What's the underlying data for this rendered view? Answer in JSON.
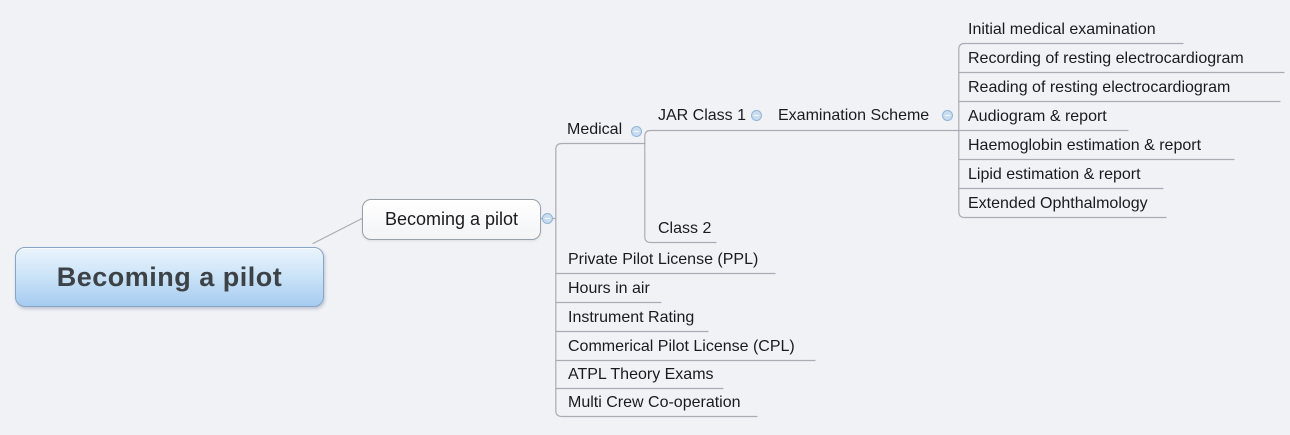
{
  "colors": {
    "background": "#f1f2f6",
    "line": "#a9adb3",
    "text": "#1b1b1e",
    "root_fill_top": "#eaf4fd",
    "root_fill_bottom": "#a6cbf0",
    "root_border": "#87a5c5",
    "handle_fill": "#c9ddf1"
  },
  "mindmap": {
    "root": {
      "label": "Becoming a pilot"
    },
    "main_topic": {
      "label": "Becoming a pilot"
    },
    "medical": {
      "label": "Medical",
      "jar_class_1": {
        "label": "JAR Class 1",
        "examination_scheme": {
          "label": "Examination Scheme",
          "items": [
            "Initial medical examination",
            "Recording of resting electrocardiogram",
            "Reading of resting electrocardiogram",
            "Audiogram & report",
            "Haemoglobin estimation & report",
            "Lipid estimation & report",
            "Extended Ophthalmology"
          ]
        }
      },
      "class_2": {
        "label": "Class 2"
      }
    },
    "main_items": [
      "Private Pilot License (PPL)",
      "Hours in air",
      "Instrument Rating",
      "Commerical Pilot License (CPL)",
      "ATPL Theory Exams",
      "Multi Crew Co-operation"
    ]
  }
}
